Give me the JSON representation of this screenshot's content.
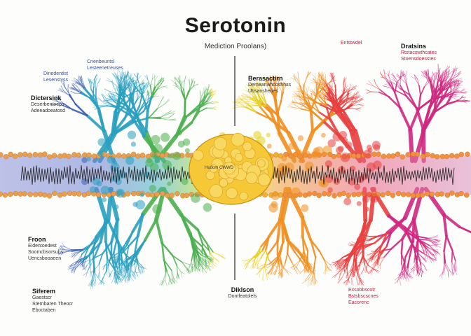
{
  "title": "Serotonin",
  "subtitle": "Mediction Proolans)",
  "labels": {
    "left_top_small": "Dinedentist Lesenstyss",
    "left_top_small2": "Cnenbeuntsl Lesteenetreuses",
    "left_heading": "Dictersink",
    "left_heading_text": "Deserbentoeps Adeeadoeatosd",
    "left_mid_heading": "Froon",
    "left_mid_text": "Eidentoedest Soomcbsorsubs Uencsbooaeen",
    "left_bottom_heading": "Siferem",
    "left_bottom_text": "Gaestscr Sternbaren Theocr Eboctaben",
    "center_heading": "Diklson",
    "center_text": "Dontfeatolels",
    "center_top": "Berasactirn",
    "center_top_text": "Demeanwhcoshhss Ubsansheoes",
    "right_top_small": "Entstwdel",
    "right_heading": "Dratsins",
    "right_heading_text": "Rtstacswthcates Stoensdoesstes",
    "right_bottom_text": "Exsobbscotr Bstsbscscnes Eacorenc",
    "membrane_label": "Hudom CWWD"
  },
  "colors": {
    "membrane_top": "#f0a040",
    "membrane_band": "#b0a0d8",
    "soma": "#f4c030",
    "gradient": [
      "#3a5fb0",
      "#2aa0c0",
      "#4cb050",
      "#e8d020",
      "#f09020",
      "#e84040",
      "#d02880"
    ]
  }
}
